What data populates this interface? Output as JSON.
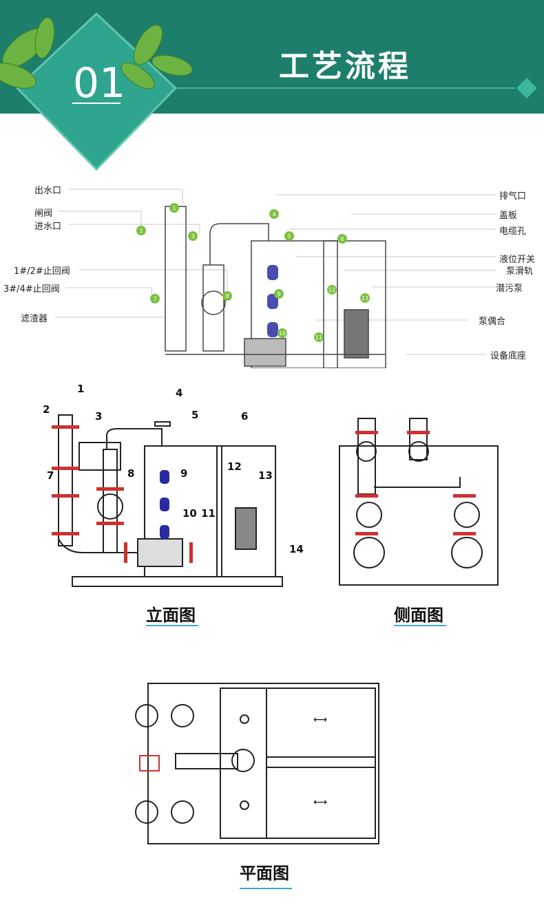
{
  "header": {
    "section_number": "01",
    "title": "工艺流程",
    "accent_color": "#1e7e6c",
    "badge_color": "#2fa58f"
  },
  "process_diagram": {
    "left_labels": [
      "出水口",
      "闸阀",
      "进水口",
      "1#/2#止回阀",
      "3#/4#止回阀",
      "滤渣器"
    ],
    "right_labels": [
      "排气口",
      "盖板",
      "电缆孔",
      "液位开关",
      "泵滑轨",
      "潜污泵",
      "泵偶合",
      "设备底座"
    ],
    "markers": [
      "1",
      "2",
      "3",
      "4",
      "5",
      "6",
      "7",
      "8",
      "9",
      "10",
      "11",
      "12",
      "13"
    ]
  },
  "elevation": {
    "numbers": [
      "1",
      "2",
      "3",
      "4",
      "5",
      "6",
      "7",
      "8",
      "9",
      "10",
      "11",
      "12",
      "13",
      "14"
    ],
    "caption": "立面图"
  },
  "side_view": {
    "caption": "侧面图"
  },
  "plan_view": {
    "caption": "平面图"
  }
}
